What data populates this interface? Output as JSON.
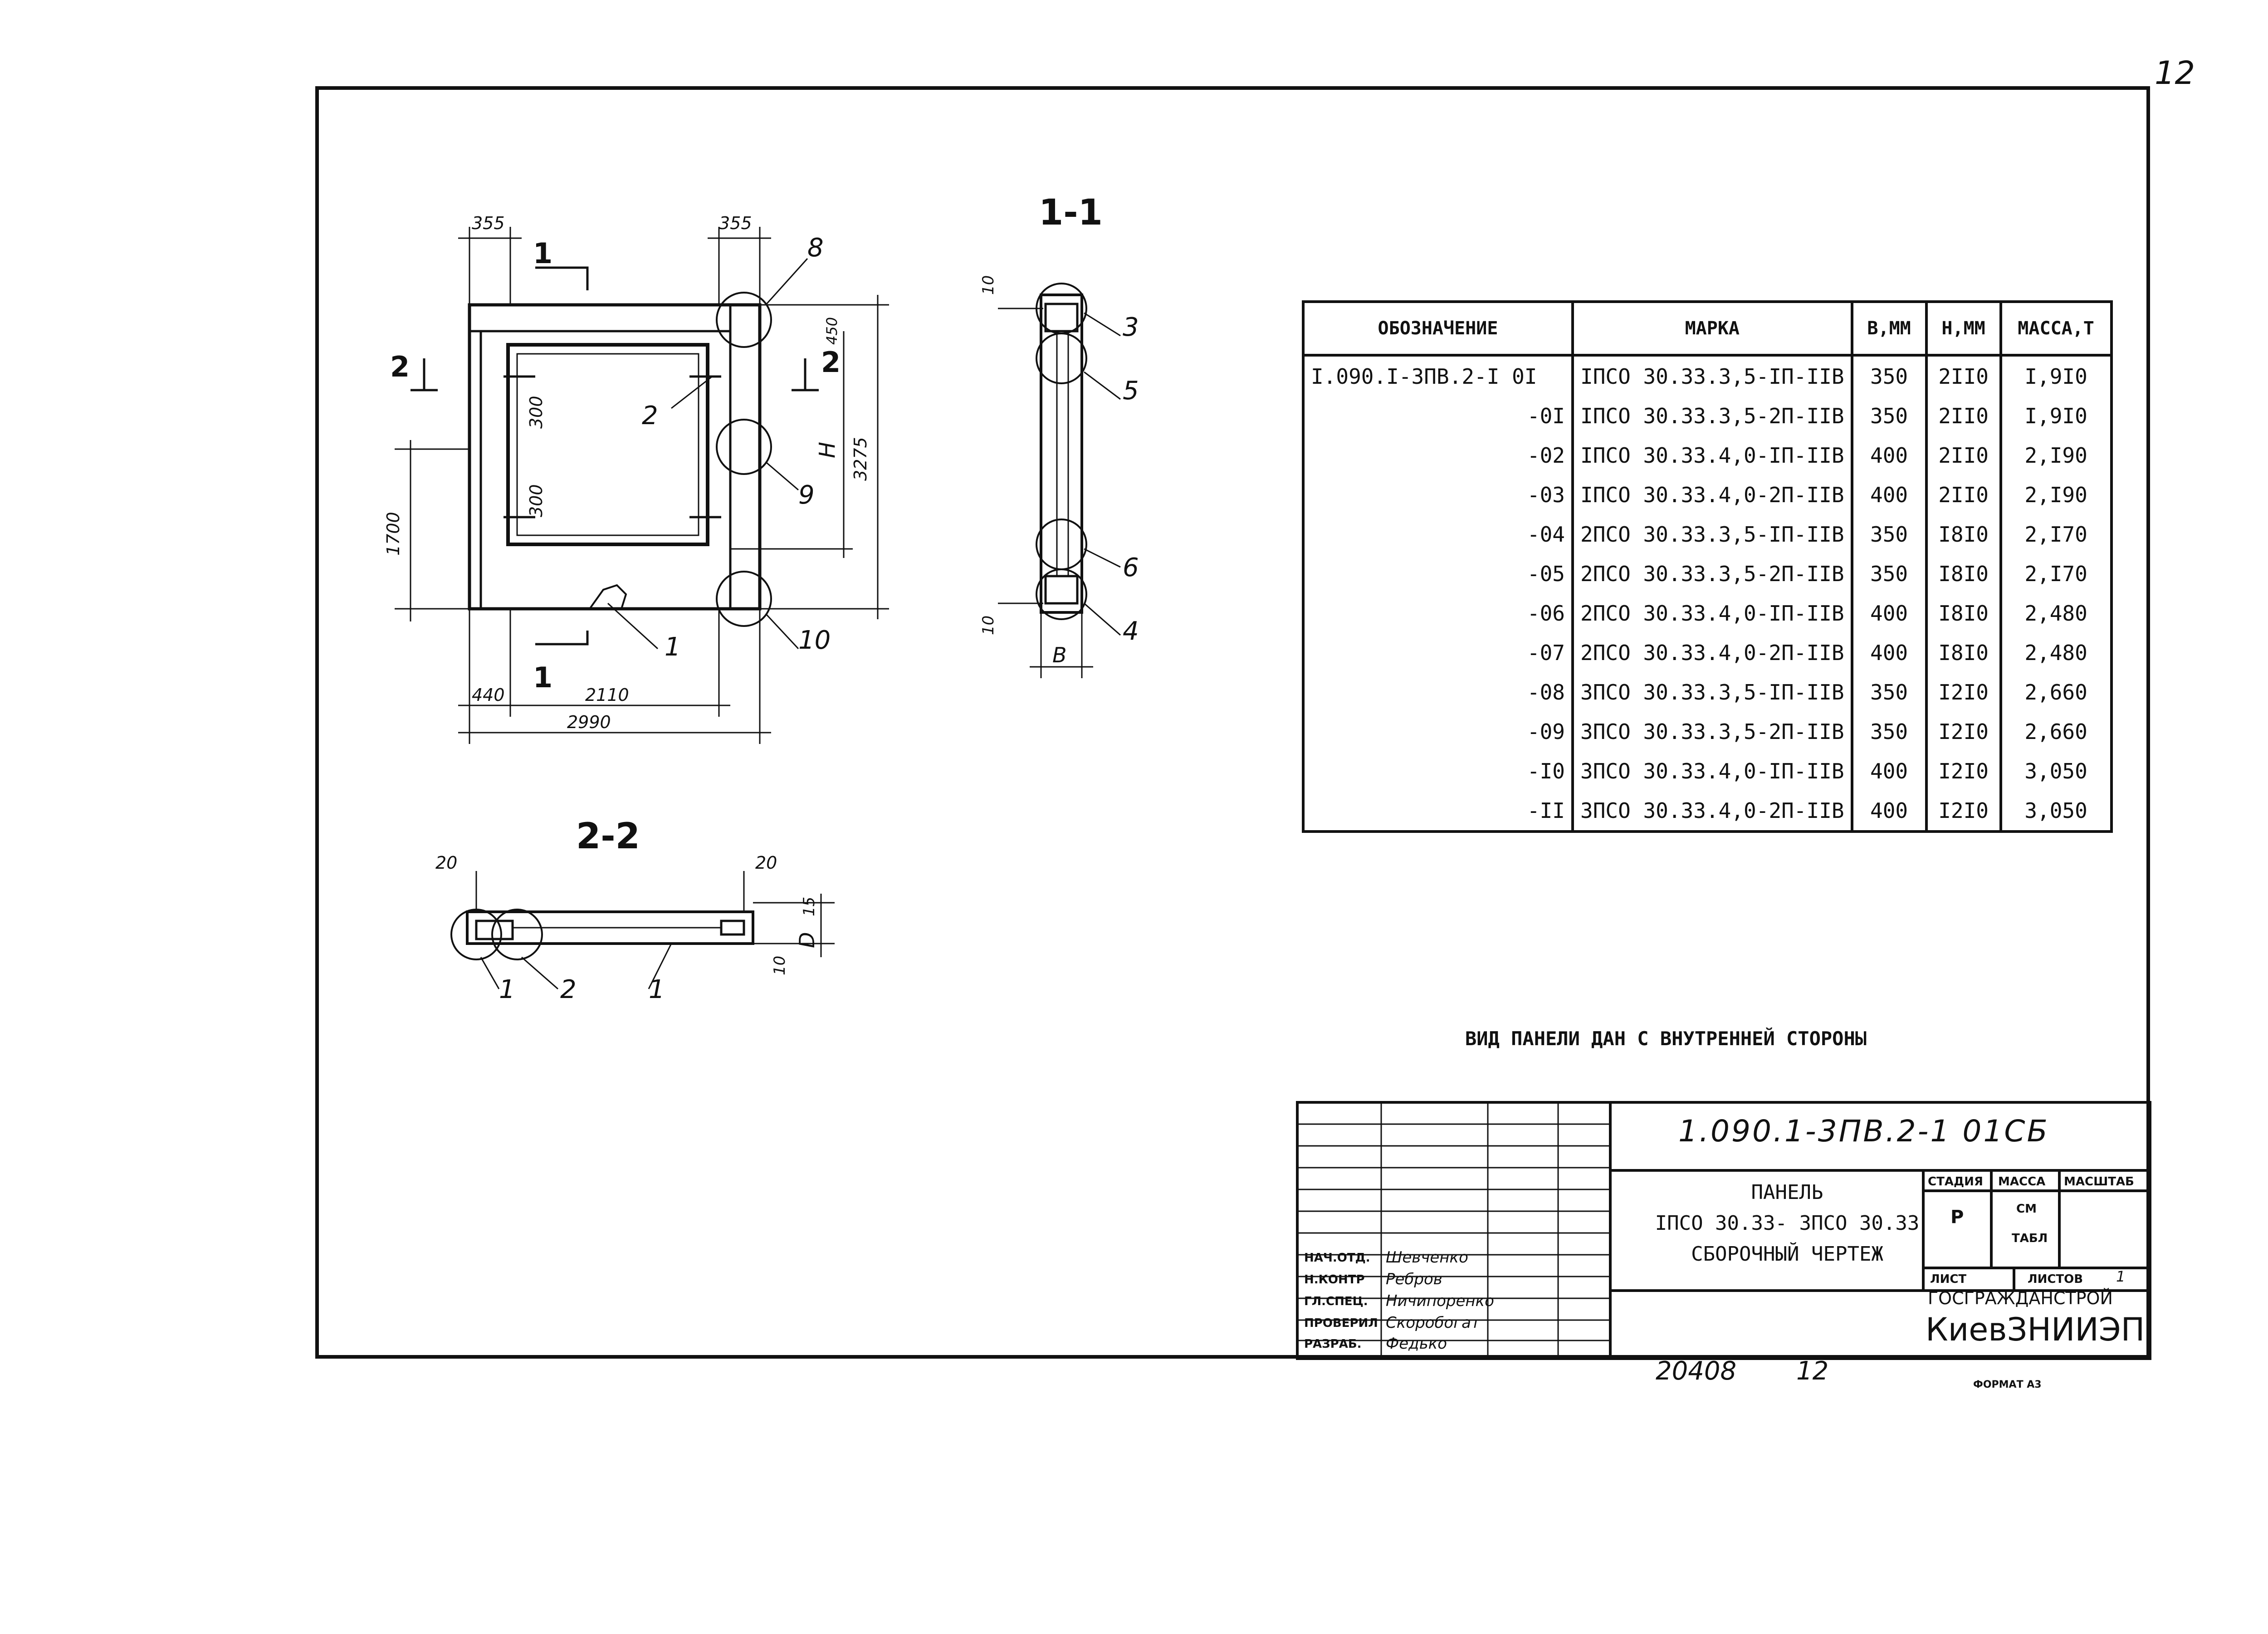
{
  "page_number": "12",
  "drawing": {
    "sections": {
      "s11": "1-1",
      "s22": "2-2"
    },
    "section_marks": {
      "one": "1",
      "two": "2"
    },
    "dims": {
      "d355a": "355",
      "d355b": "355",
      "d440": "440",
      "d2110": "2110",
      "d2990": "2990",
      "d1700": "1700",
      "d3275": "3275",
      "dH": "H",
      "d450": "450",
      "d300a": "300",
      "d300b": "300",
      "d10a": "10",
      "d10b": "10",
      "dB": "B",
      "d20a": "20",
      "d20b": "20",
      "d15": "15",
      "dD": "D",
      "d10c": "10"
    },
    "callouts": {
      "c1": "1",
      "c2": "2",
      "c8": "8",
      "c9": "9",
      "c10": "10",
      "c3": "3",
      "c5": "5",
      "c6": "6",
      "c4": "4",
      "c2_1": "1",
      "c2_2": "2",
      "c2_3": "1"
    }
  },
  "table": {
    "headers": [
      "ОБОЗНАЧЕНИЕ",
      "МАРКА",
      "B,ММ",
      "H,ММ",
      "МАССА,Т"
    ],
    "rows": [
      [
        "I.090.I-3ПВ.2-I 0I",
        "IПСО 30.33.3,5-IП-IIВ",
        "350",
        "2II0",
        "I,9I0"
      ],
      [
        "-0I",
        "IПСО 30.33.3,5-2П-IIВ",
        "350",
        "2II0",
        "I,9I0"
      ],
      [
        "-02",
        "IПСО 30.33.4,0-IП-IIВ",
        "400",
        "2II0",
        "2,I90"
      ],
      [
        "-03",
        "IПСО 30.33.4,0-2П-IIВ",
        "400",
        "2II0",
        "2,I90"
      ],
      [
        "-04",
        "2ПСО 30.33.3,5-IП-IIВ",
        "350",
        "I8I0",
        "2,I70"
      ],
      [
        "-05",
        "2ПСО 30.33.3,5-2П-IIВ",
        "350",
        "I8I0",
        "2,I70"
      ],
      [
        "-06",
        "2ПСО 30.33.4,0-IП-IIВ",
        "400",
        "I8I0",
        "2,480"
      ],
      [
        "-07",
        "2ПСО 30.33.4,0-2П-IIВ",
        "400",
        "I8I0",
        "2,480"
      ],
      [
        "-08",
        "3ПСО 30.33.3,5-IП-IIВ",
        "350",
        "I2I0",
        "2,660"
      ],
      [
        "-09",
        "3ПСО 30.33.3,5-2П-IIВ",
        "350",
        "I2I0",
        "2,660"
      ],
      [
        "-I0",
        "3ПСО 30.33.4,0-IП-IIВ",
        "400",
        "I2I0",
        "3,050"
      ],
      [
        "-II",
        "3ПСО 30.33.4,0-2П-IIВ",
        "400",
        "I2I0",
        "3,050"
      ]
    ]
  },
  "note": "ВИД ПАНЕЛИ ДАН С ВНУТРЕННЕЙ СТОРОНЫ",
  "title_block": {
    "code": "1.090.1-3ПВ.2-1 01СБ",
    "name_line1": "ПАНЕЛЬ",
    "name_line2": "IПСО 30.33- 3ПСО 30.33",
    "name_line3": "СБОРОЧНЫЙ ЧЕРТЕЖ",
    "stage_label": "СТАДИЯ",
    "mass_label": "МАССА",
    "scale_label": "МАСШТАБ",
    "stage_value": "Р",
    "mass_value1": "СМ",
    "mass_value2": "ТАБЛ",
    "sheet_label": "ЛИСТ",
    "sheets_label": "ЛИСТОВ",
    "sheets_value": "1",
    "org_line1": "ГОСГРАЖДАНСТРОЙ",
    "org_line2": "КиевЗНИИЭП",
    "signatures": [
      {
        "role": "НАЧ.ОТД.",
        "name": "Шевченко"
      },
      {
        "role": "Н.КОНТР",
        "name": "Ребров"
      },
      {
        "role": "ГЛ.СПЕЦ.",
        "name": "Ничипоренко"
      },
      {
        "role": "ПРОВЕРИЛ",
        "name": "Скоробогат"
      },
      {
        "role": "РАЗРАБ.",
        "name": "Федько"
      }
    ]
  },
  "footer": {
    "inv_number": "20408",
    "copy": "12",
    "format": "ФОРМАТ А3"
  }
}
